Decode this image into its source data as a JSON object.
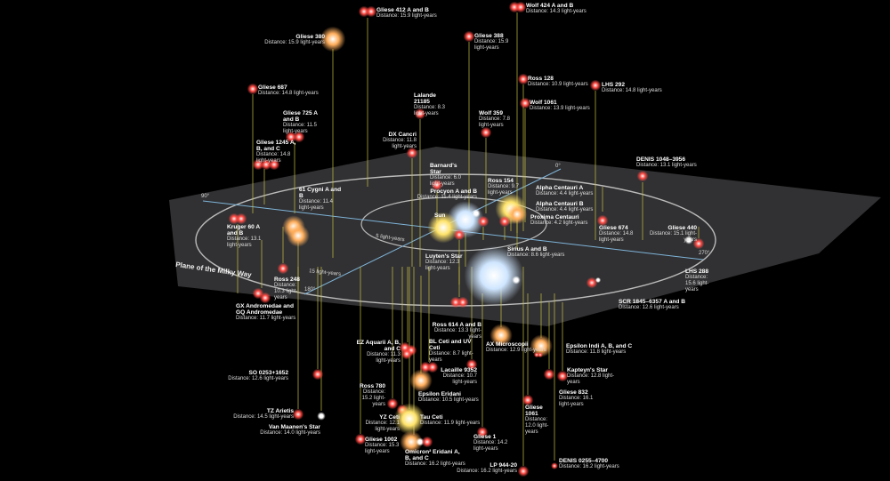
{
  "plane_label": "Plane of the Milky Way",
  "axis_labels": {
    "deg0": "0°",
    "deg90": "90°",
    "deg180": "180°",
    "deg270": "270°"
  },
  "ring_labels": {
    "inner": "5 light-years",
    "outer": "15 light-years"
  },
  "colors": {
    "red_dwarf": "#ff4a44",
    "orange": "#ffae5c",
    "yellow": "#ffe36a",
    "blue_white": "#cfe6ff",
    "white": "#ffffff",
    "pole": "#c8c040",
    "plane": "#3a3a3c",
    "ring": "#bbbbbb",
    "axis": "#7fb4d8"
  },
  "stars": [
    {
      "name": "Gliese 412 A and B",
      "distance": "Distance: 15.9 light-years"
    },
    {
      "name": "Gliese 380",
      "distance": "Distance: 15.9 light-years"
    },
    {
      "name": "Gliese 687",
      "distance": "Distance: 14.8 light-years"
    },
    {
      "name": "Gliese 725 A and B",
      "distance": "Distance: 11.5 light-years"
    },
    {
      "name": "Gliese 1245 A, B, and C",
      "distance": "Distance: 14.8 light-years"
    },
    {
      "name": "Lalande 21185",
      "distance": "Distance: 8.3 light-years"
    },
    {
      "name": "DX Cancri",
      "distance": "Distance: 11.8 light-years"
    },
    {
      "name": "Wolf 424 A and B",
      "distance": "Distance: 14.3 light-years"
    },
    {
      "name": "Gliese 388",
      "distance": "Distance: 15.9 light-years"
    },
    {
      "name": "Ross 128",
      "distance": "Distance: 10.9 light-years"
    },
    {
      "name": "Wolf 1061",
      "distance": "Distance: 13.9 light-years"
    },
    {
      "name": "Wolf 359",
      "distance": "Distance: 7.8 light-years"
    },
    {
      "name": "LHS 292",
      "distance": "Distance: 14.8 light-years"
    },
    {
      "name": "DENIS 1048–3956",
      "distance": "Distance: 13.1 light-years"
    },
    {
      "name": "Barnard's Star",
      "distance": "Distance: 6.0 light-years"
    },
    {
      "name": "Procyon A and B",
      "distance": "Distance: 11.4 light-years"
    },
    {
      "name": "Ross 154",
      "distance": "Distance: 9.7 light-years"
    },
    {
      "name": "Alpha Centauri A",
      "distance": "Distance: 4.4 light-years"
    },
    {
      "name": "Alpha Centauri B",
      "distance": "Distance: 4.4 light-years"
    },
    {
      "name": "Proxima Centauri",
      "distance": "Distance: 4.2 light-years"
    },
    {
      "name": "Sun",
      "distance": ""
    },
    {
      "name": "Luyten's Star",
      "distance": "Distance: 12.3 light-years"
    },
    {
      "name": "Sirius A and B",
      "distance": "Distance: 8.6 light-years"
    },
    {
      "name": "61 Cygni A and B",
      "distance": "Distance: 11.4 light-years"
    },
    {
      "name": "Kruger 60 A and B",
      "distance": "Distance: 13.1 light-years"
    },
    {
      "name": "Gliese 674",
      "distance": "Distance: 14.8 light-years"
    },
    {
      "name": "Gliese 440",
      "distance": "Distance: 15.1 light-years"
    },
    {
      "name": "LHS 288",
      "distance": "Distance: 15.6 light-years"
    },
    {
      "name": "SCR 1845–6357 A and B",
      "distance": "Distance: 12.6 light-years"
    },
    {
      "name": "Ross 248",
      "distance": "Distance: 10.3 light-years"
    },
    {
      "name": "GX Andromedae and GQ Andromedae",
      "distance": "Distance: 11.7 light-years"
    },
    {
      "name": "Ross 614 A and B",
      "distance": "Distance: 13.3 light-years"
    },
    {
      "name": "AX Microscopii",
      "distance": "Distance: 12.9 light-years"
    },
    {
      "name": "Epsilon Indi A, B, and C",
      "distance": "Distance: 11.8 light-years"
    },
    {
      "name": "EZ Aquarii A, B, and C",
      "distance": "Distance: 11.3 light-years"
    },
    {
      "name": "BL Ceti and UV Ceti",
      "distance": "Distance: 8.7 light-years"
    },
    {
      "name": "Lacaille 9352",
      "distance": "Distance: 10.7 light-years"
    },
    {
      "name": "Epsilon Eridani",
      "distance": "Distance: 10.5 light-years"
    },
    {
      "name": "SO 0253+1652",
      "distance": "Distance: 12.6 light-years"
    },
    {
      "name": "Ross 780",
      "distance": "Distance: 15.2 light-years"
    },
    {
      "name": "YZ Ceti",
      "distance": "Distance: 12.1 light-years"
    },
    {
      "name": "Tau Ceti",
      "distance": "Distance: 11.9 light-years"
    },
    {
      "name": "Gliese 1002",
      "distance": "Distance: 15.3 light-years"
    },
    {
      "name": "Omicron² Eridani A, B, and C",
      "distance": "Distance: 16.2 light-years"
    },
    {
      "name": "TZ Arietis",
      "distance": "Distance: 14.5 light-years"
    },
    {
      "name": "Van Maanen's Star",
      "distance": "Distance: 14.0 light-years"
    },
    {
      "name": "Kapteyn's Star",
      "distance": "Distance: 12.8 light-years"
    },
    {
      "name": "Gliese 832",
      "distance": "Distance: 16.1 light-years"
    },
    {
      "name": "Gliese 1061",
      "distance": "Distance: 12.0 light-years"
    },
    {
      "name": "Gliese 1",
      "distance": "Distance: 14.2 light-years"
    },
    {
      "name": "LP 944-20",
      "distance": "Distance: 16.2 light-years"
    },
    {
      "name": "DENIS 0255–4700",
      "distance": "Distance: 16.2 light-years"
    }
  ]
}
